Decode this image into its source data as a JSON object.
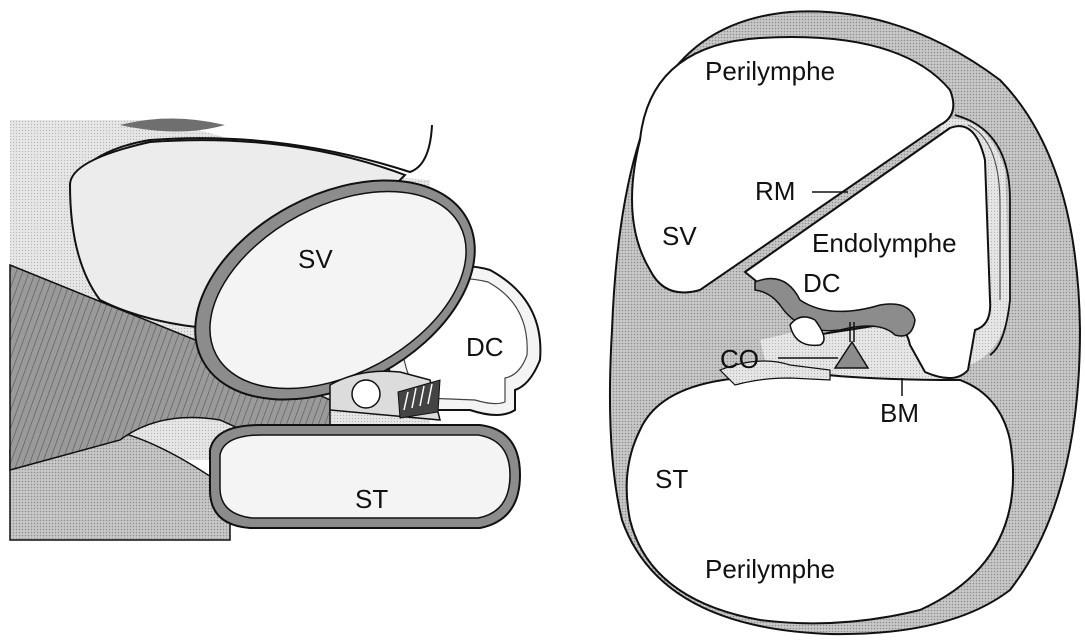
{
  "colors": {
    "background": "#ffffff",
    "tissue_gray": "#bdbdbd",
    "dark_gray": "#7a7a7a",
    "light_gray": "#dedede",
    "outline": "#111111"
  },
  "left_diagram": {
    "labels": {
      "sv": "SV",
      "dc": "DC",
      "st": "ST"
    }
  },
  "right_diagram": {
    "labels": {
      "perilymphe_top": "Perilymphe",
      "rm": "RM",
      "sv": "SV",
      "endolymphe": "Endolymphe",
      "dc": "DC",
      "co": "CO",
      "bm": "BM",
      "st": "ST",
      "perilymphe_bottom": "Perilymphe"
    }
  }
}
